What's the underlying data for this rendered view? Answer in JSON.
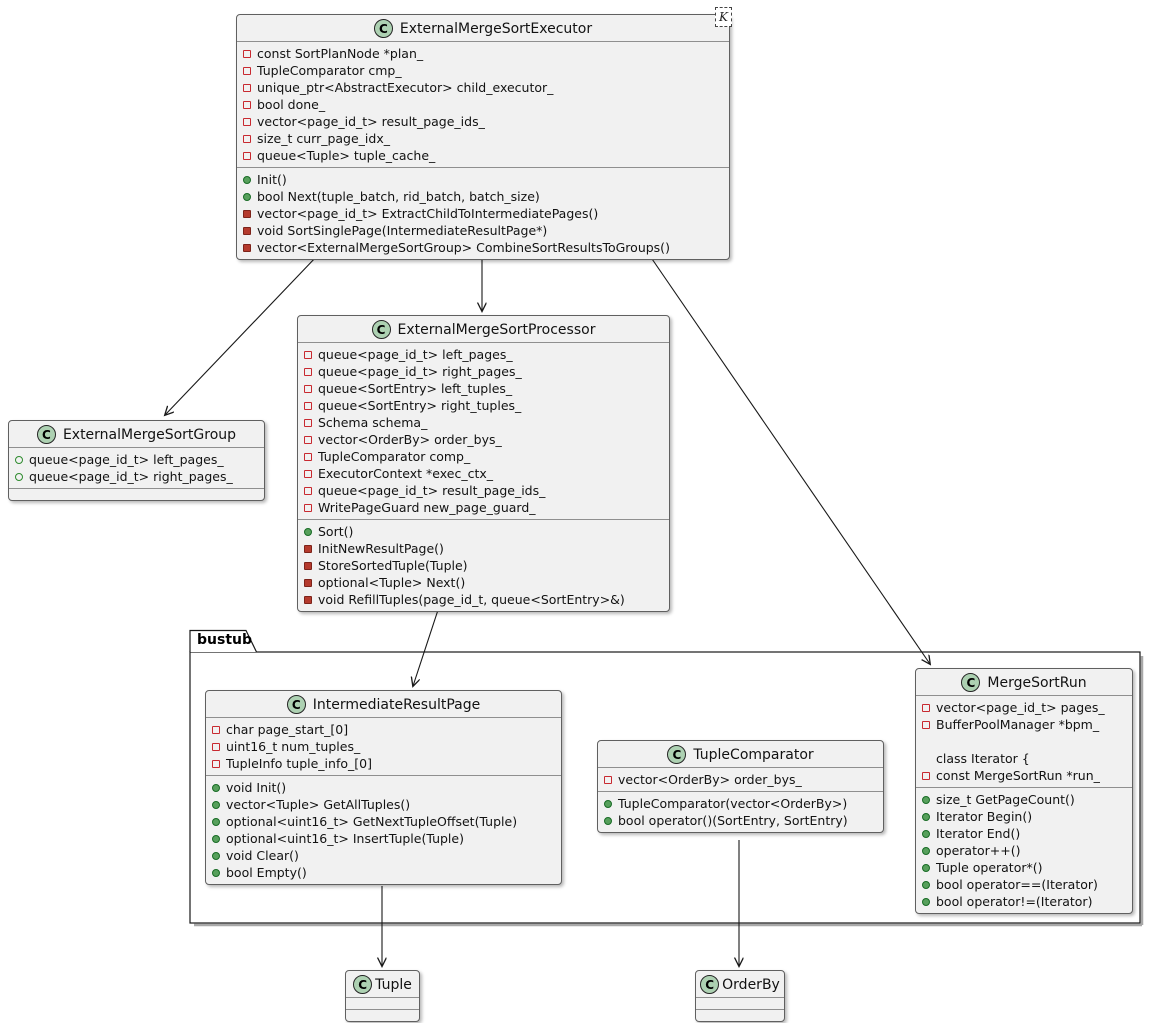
{
  "package": {
    "label": "bustub"
  },
  "artifact": {
    "label": "K"
  },
  "colors": {
    "class_bg": "#F1F1F1",
    "class_border": "#606060",
    "badge_bg": "#ADD1B2",
    "public_green": "#57a05c",
    "private_red": "#b43a2d",
    "private_field_outline": "#C82930",
    "public_field_outline": "#2E8B2E",
    "edge": "#181818"
  },
  "visibility_icons": {
    "public-method": "green-filled-circle",
    "private-method": "red-filled-square",
    "private-field": "red-open-square",
    "public-field": "green-open-circle"
  },
  "edges": [
    {
      "from": "ExternalMergeSortExecutor",
      "to": "ExternalMergeSortGroup"
    },
    {
      "from": "ExternalMergeSortExecutor",
      "to": "ExternalMergeSortProcessor"
    },
    {
      "from": "ExternalMergeSortExecutor",
      "to": "MergeSortRun"
    },
    {
      "from": "ExternalMergeSortProcessor",
      "to": "IntermediateResultPage"
    },
    {
      "from": "IntermediateResultPage",
      "to": "Tuple"
    },
    {
      "from": "TupleComparator",
      "to": "OrderBy"
    }
  ],
  "classes": [
    {
      "badge": "C",
      "name": "ExternalMergeSortExecutor",
      "fields": [
        {
          "vis": "private-field",
          "text": "const SortPlanNode *plan_"
        },
        {
          "vis": "private-field",
          "text": "TupleComparator cmp_"
        },
        {
          "vis": "private-field",
          "text": "unique_ptr<AbstractExecutor> child_executor_"
        },
        {
          "vis": "private-field",
          "text": "bool done_"
        },
        {
          "vis": "private-field",
          "text": "vector<page_id_t> result_page_ids_"
        },
        {
          "vis": "private-field",
          "text": "size_t curr_page_idx_"
        },
        {
          "vis": "private-field",
          "text": "queue<Tuple> tuple_cache_"
        }
      ],
      "methods": [
        {
          "vis": "public-method",
          "text": "Init()"
        },
        {
          "vis": "public-method",
          "text": "bool Next(tuple_batch, rid_batch, batch_size)"
        },
        {
          "vis": "private-method",
          "text": "vector<page_id_t> ExtractChildToIntermediatePages()"
        },
        {
          "vis": "private-method",
          "text": "void SortSinglePage(IntermediateResultPage*)"
        },
        {
          "vis": "private-method",
          "text": "vector<ExternalMergeSortGroup> CombineSortResultsToGroups()"
        }
      ]
    },
    {
      "badge": "C",
      "name": "ExternalMergeSortGroup",
      "fields": [
        {
          "vis": "public-field",
          "text": "queue<page_id_t> left_pages_"
        },
        {
          "vis": "public-field",
          "text": "queue<page_id_t> right_pages_"
        }
      ],
      "methods": []
    },
    {
      "badge": "C",
      "name": "ExternalMergeSortProcessor",
      "fields": [
        {
          "vis": "private-field",
          "text": "queue<page_id_t> left_pages_"
        },
        {
          "vis": "private-field",
          "text": "queue<page_id_t> right_pages_"
        },
        {
          "vis": "private-field",
          "text": "queue<SortEntry> left_tuples_"
        },
        {
          "vis": "private-field",
          "text": "queue<SortEntry> right_tuples_"
        },
        {
          "vis": "private-field",
          "text": "Schema schema_"
        },
        {
          "vis": "private-field",
          "text": "vector<OrderBy> order_bys_"
        },
        {
          "vis": "private-field",
          "text": "TupleComparator comp_"
        },
        {
          "vis": "private-field",
          "text": "ExecutorContext *exec_ctx_"
        },
        {
          "vis": "private-field",
          "text": "queue<page_id_t> result_page_ids_"
        },
        {
          "vis": "private-field",
          "text": "WritePageGuard new_page_guard_"
        }
      ],
      "methods": [
        {
          "vis": "public-method",
          "text": "Sort()"
        },
        {
          "vis": "private-method",
          "text": "InitNewResultPage()"
        },
        {
          "vis": "private-method",
          "text": "StoreSortedTuple(Tuple)"
        },
        {
          "vis": "private-method",
          "text": "optional<Tuple> Next()"
        },
        {
          "vis": "private-method",
          "text": "void RefillTuples(page_id_t, queue<SortEntry>&)"
        }
      ]
    },
    {
      "badge": "C",
      "name": "IntermediateResultPage",
      "fields": [
        {
          "vis": "private-field",
          "text": "char page_start_[0]"
        },
        {
          "vis": "private-field",
          "text": "uint16_t num_tuples_"
        },
        {
          "vis": "private-field",
          "text": "TupleInfo tuple_info_[0]"
        }
      ],
      "methods": [
        {
          "vis": "public-method",
          "text": "void Init()"
        },
        {
          "vis": "public-method",
          "text": "vector<Tuple> GetAllTuples()"
        },
        {
          "vis": "public-method",
          "text": "optional<uint16_t> GetNextTupleOffset(Tuple)"
        },
        {
          "vis": "public-method",
          "text": "optional<uint16_t> InsertTuple(Tuple)"
        },
        {
          "vis": "public-method",
          "text": "void Clear()"
        },
        {
          "vis": "public-method",
          "text": "bool Empty()"
        }
      ]
    },
    {
      "badge": "C",
      "name": "TupleComparator",
      "fields": [
        {
          "vis": "private-field",
          "text": "vector<OrderBy> order_bys_"
        }
      ],
      "methods": [
        {
          "vis": "public-method",
          "text": "TupleComparator(vector<OrderBy>)"
        },
        {
          "vis": "public-method",
          "text": "bool operator()(SortEntry, SortEntry)"
        }
      ]
    },
    {
      "badge": "C",
      "name": "MergeSortRun",
      "fields": [
        {
          "vis": "private-field",
          "text": "vector<page_id_t> pages_"
        },
        {
          "vis": "private-field",
          "text": "BufferPoolManager *bpm_"
        },
        {
          "vis": "none",
          "text": ""
        },
        {
          "vis": "none",
          "text": "class Iterator {"
        },
        {
          "vis": "private-field",
          "text": "const MergeSortRun *run_"
        }
      ],
      "methods": [
        {
          "vis": "public-method",
          "text": "size_t GetPageCount()"
        },
        {
          "vis": "public-method",
          "text": "Iterator Begin()"
        },
        {
          "vis": "public-method",
          "text": "Iterator End()"
        },
        {
          "vis": "public-method",
          "text": "operator++()"
        },
        {
          "vis": "public-method",
          "text": "Tuple operator*()"
        },
        {
          "vis": "public-method",
          "text": "bool operator==(Iterator)"
        },
        {
          "vis": "public-method",
          "text": "bool operator!=(Iterator)"
        }
      ]
    },
    {
      "badge": "C",
      "name": "Tuple",
      "fields": [],
      "methods": []
    },
    {
      "badge": "C",
      "name": "OrderBy",
      "fields": [],
      "methods": []
    }
  ]
}
